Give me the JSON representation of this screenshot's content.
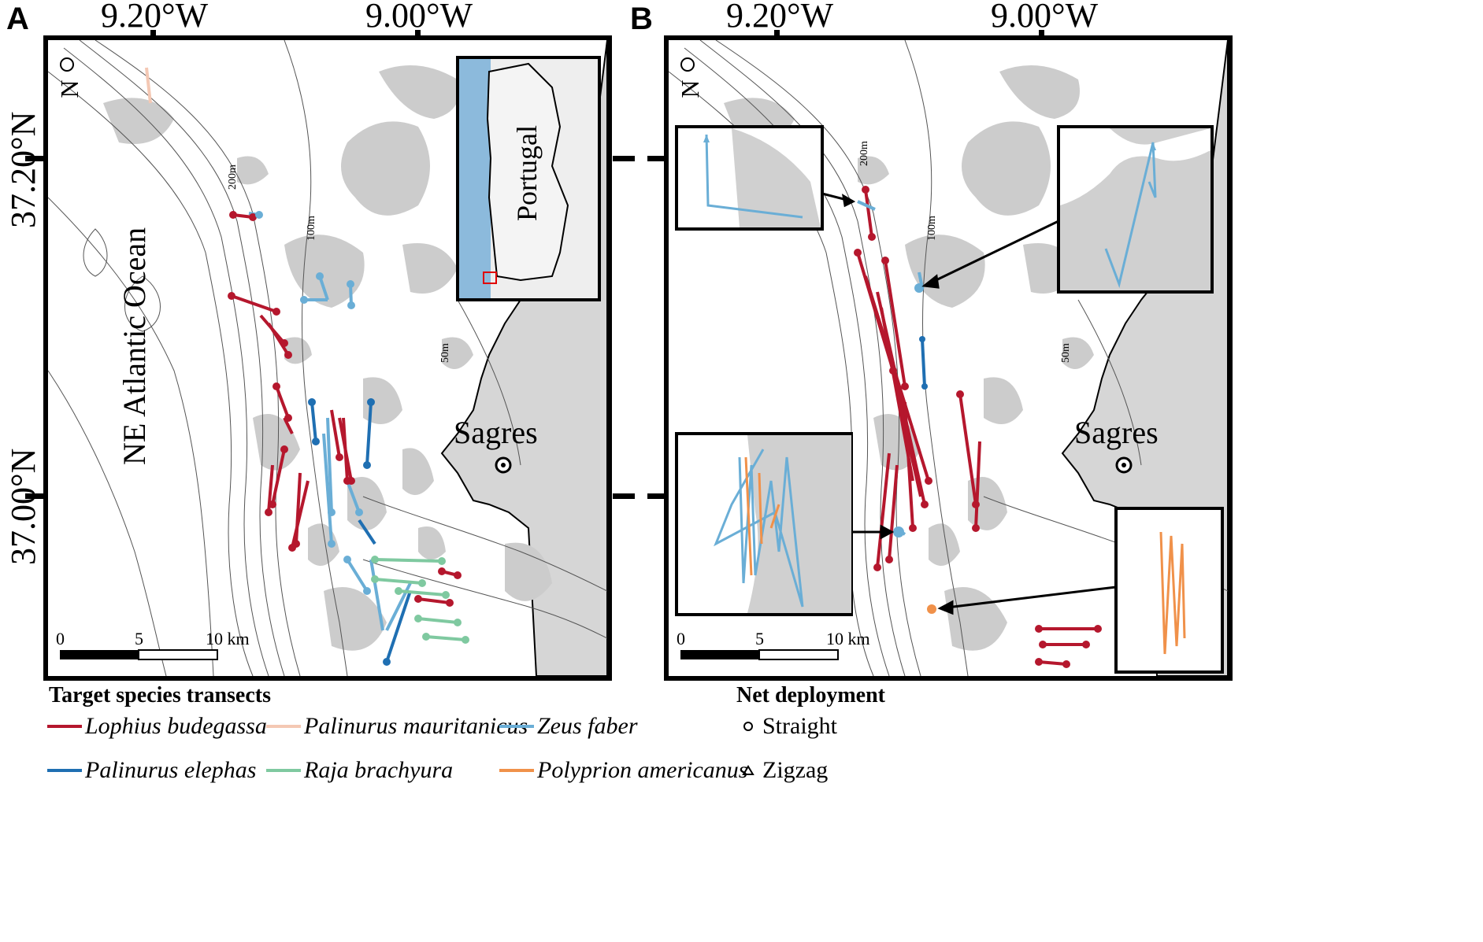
{
  "panels": {
    "a": {
      "label": "A",
      "ocean_label": "NE Atlantic Ocean",
      "inset_country": "Portugal"
    },
    "b": {
      "label": "B"
    }
  },
  "axes": {
    "lon": [
      "9.20°W",
      "9.00°W"
    ],
    "lat": [
      "37.20°N",
      "37.00°N"
    ]
  },
  "north_arrow": "N",
  "town": "Sagres",
  "depth_labels": [
    "200m",
    "100m",
    "50m"
  ],
  "scalebar": {
    "ticks": [
      "0",
      "5",
      "10 km"
    ]
  },
  "legend": {
    "species_title": "Target species transects",
    "species": [
      {
        "name": "Lophius budegassa",
        "color": "#b5172d"
      },
      {
        "name": "Palinurus mauritanicus",
        "color": "#f4c8b4"
      },
      {
        "name": "Zeus faber",
        "color": "#6aaed6"
      },
      {
        "name": "Palinurus elephas",
        "color": "#1f6fb2"
      },
      {
        "name": "Raja brachyura",
        "color": "#7fc9a0"
      },
      {
        "name": "Polyprion americanus",
        "color": "#f0914a"
      }
    ],
    "net_title": "Net deployment",
    "net": [
      {
        "label": "Straight",
        "marker": "circle"
      },
      {
        "label": "Zigzag",
        "marker": "triangle"
      }
    ]
  },
  "colors": {
    "land": "#d6d6d6",
    "reef": "#cccccc",
    "contour": "#555555",
    "frame": "#000000",
    "inset_sea": "#3d8fce"
  }
}
